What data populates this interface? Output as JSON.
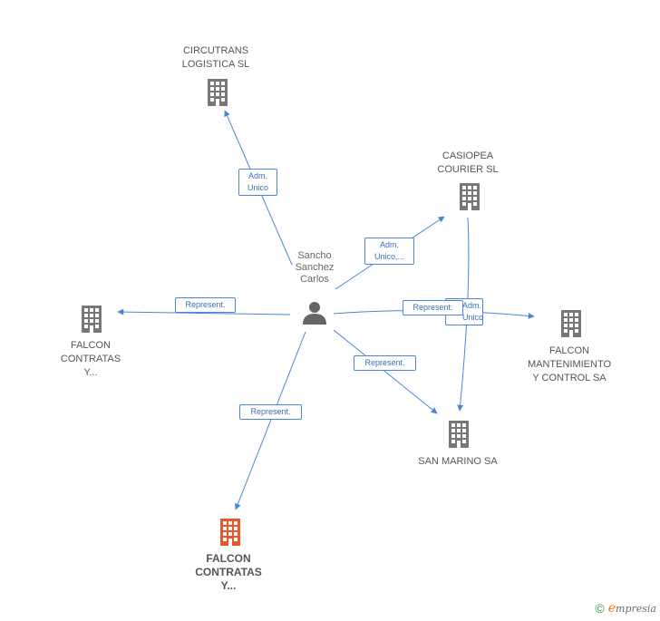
{
  "center": {
    "name": "Sancho\nSanchez\nCarlos"
  },
  "nodes": [
    {
      "id": "circutrans",
      "label": "CIRCUTRANS\nLOGISTICA SL",
      "highlight": false
    },
    {
      "id": "casiopea",
      "label": "CASIOPEA\nCOURIER  SL",
      "highlight": false
    },
    {
      "id": "falcon_left",
      "label": "FALCON\nCONTRATAS\nY...",
      "highlight": false
    },
    {
      "id": "falcon_mant",
      "label": "FALCON\nMANTENIMIENTO\nY CONTROL SA",
      "highlight": false
    },
    {
      "id": "san_marino",
      "label": "SAN MARINO SA",
      "highlight": false
    },
    {
      "id": "falcon_main",
      "label": "FALCON\nCONTRATAS\nY...",
      "highlight": true
    }
  ],
  "edges": [
    {
      "id": "e1",
      "label": "Adm.\nUnico"
    },
    {
      "id": "e2",
      "label": "Adm.\nUnico,..."
    },
    {
      "id": "e3",
      "label": "Represent."
    },
    {
      "id": "e4",
      "label": "Represent."
    },
    {
      "id": "e5",
      "label": "Adm.\nUnico"
    },
    {
      "id": "e6",
      "label": "Represent."
    },
    {
      "id": "e7",
      "label": "Represent."
    }
  ],
  "colors": {
    "building": "#777777",
    "highlight": "#e8562a",
    "edge": "#4a86d8",
    "person": "#666666"
  },
  "footer": {
    "copyright": "©",
    "brand_initial": "e",
    "brand_rest": "mpresia"
  }
}
